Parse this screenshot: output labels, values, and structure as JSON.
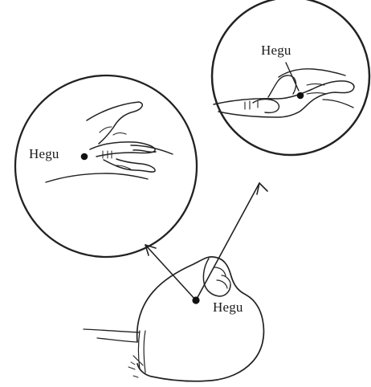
{
  "figure": {
    "labels": {
      "left_circle": "Hegu",
      "right_circle": "Hegu",
      "fist": "Hegu"
    },
    "colors": {
      "ink": "#222222",
      "background": "#ffffff"
    }
  }
}
